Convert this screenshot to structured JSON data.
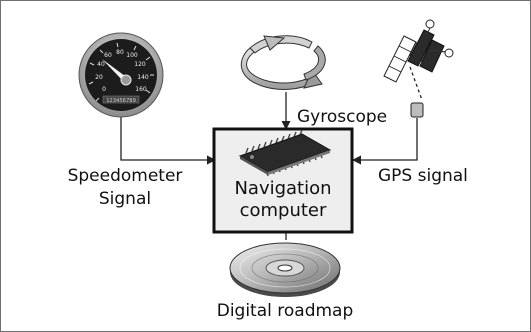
{
  "labels": {
    "gyroscope": "Gyroscope",
    "speedometer_line1": "Speedometer",
    "speedometer_line2": "Signal",
    "gps": "GPS signal",
    "nav_line1": "Navigation",
    "nav_line2": "computer",
    "roadmap": "Digital roadmap"
  },
  "speedometer": {
    "dial_numbers": [
      "0",
      "20",
      "40",
      "60",
      "80",
      "100",
      "120",
      "140",
      "160"
    ],
    "odometer": "123456789"
  },
  "colors": {
    "frame_border": "#6f6f6f",
    "box_fill": "#eeeeee",
    "line": "#222222",
    "gauge_face": "#1c1c1c"
  }
}
